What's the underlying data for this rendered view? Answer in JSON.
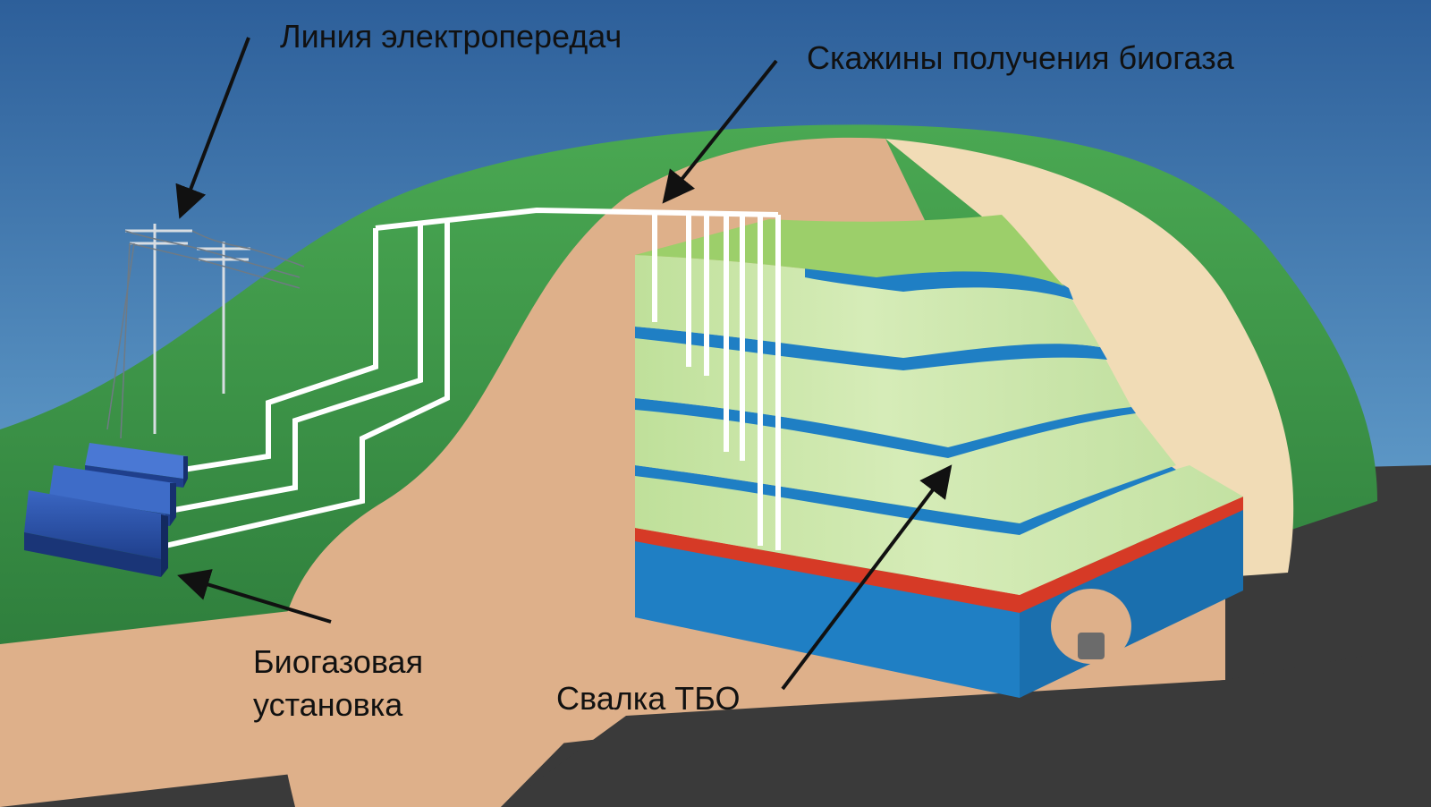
{
  "labels": {
    "power_line": "Линия электропередач",
    "gas_wells": "Скажины получения биогаза",
    "biogas_plant_line1": "Биогазовая",
    "biogas_plant_line2": "установка",
    "landfill": "Свалка ТБО"
  },
  "colors": {
    "sky_top": "#2d5f9a",
    "sky_bottom": "#5f9ac8",
    "ground_dark": "#3a3a3a",
    "hill_green": "#3f9a4a",
    "dirt": "#deb08a",
    "sand": "#f1dcb6",
    "waste_green": "#c9e6a6",
    "water_blue": "#1f7fc4",
    "liner_red": "#d63a26",
    "plant_blue": "#2c52a8",
    "pipe": "#ffffff",
    "text": "#111111"
  }
}
